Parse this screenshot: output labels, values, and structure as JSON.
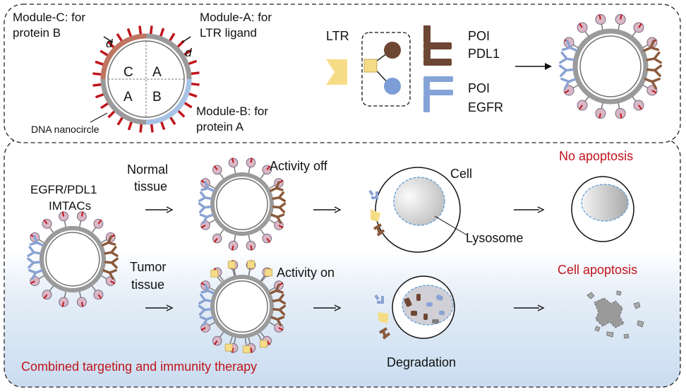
{
  "top_panel": {
    "module_c": [
      "Module-C: for",
      "protein B"
    ],
    "module_a": [
      "Module-A: for",
      "LTR ligand"
    ],
    "module_b": [
      "Module-B: for",
      "protein A"
    ],
    "dna_nanocircle": "DNA nanocircle",
    "d_symbol": "d",
    "quadrants": [
      "C",
      "A",
      "A",
      "B"
    ],
    "ltr_label": "LTR",
    "poi_pdl1": [
      "POI",
      "PDL1"
    ],
    "poi_egfr": [
      "POI",
      "EGFR"
    ]
  },
  "bottom_panel": {
    "imtacs": [
      "EGFR/PDL1",
      "IMTACs"
    ],
    "normal_tissue": [
      "Normal",
      "tissue"
    ],
    "tumor_tissue": [
      "Tumor",
      "tissue"
    ],
    "activity_off": "Activity off",
    "activity_on": "Activity on",
    "cell_label": "Cell",
    "lysosome_label": "Lysosome",
    "no_apoptosis": "No apoptosis",
    "cell_apoptosis": "Cell apoptosis",
    "degradation": "Degradation",
    "combined": "Combined targeting and immunity therapy"
  },
  "colors": {
    "red_text": "#c0141b",
    "egfr_blue": "#8aa3d3",
    "pdl1_brown": "#8a5a3c",
    "ltr_yellow": "#f6dc86",
    "tumor_gradient": "#cfe0f2"
  }
}
